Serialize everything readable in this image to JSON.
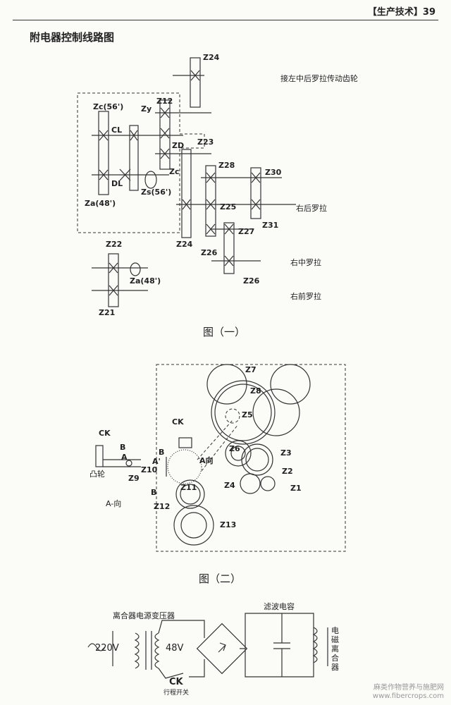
{
  "header": {
    "page": "【生产技术】39"
  },
  "title": "附电器控制线路图",
  "fig1": {
    "caption": "图（一）",
    "note_top": "接左中后罗拉传动齿轮",
    "right_back": "右后罗拉",
    "right_mid": "右中罗拉",
    "right_front": "右前罗拉",
    "labels": {
      "z24a": "Z24",
      "zc56": "Zc(56')",
      "zy": "Zy",
      "z12": "Z12",
      "cl": "CL",
      "zd": "ZD",
      "z23": "Z23",
      "z28": "Z28",
      "z30": "Z30",
      "dl": "DL",
      "zc": "Zc",
      "zs56": "Zs(56')",
      "za48": "Za(48')",
      "z25": "Z25",
      "z31": "Z31",
      "z24b": "Z24",
      "z27": "Z27",
      "z26": "Z26",
      "z26b": "Z26",
      "z22": "Z22",
      "za48b": "Za(48')",
      "z21": "Z21"
    }
  },
  "fig2": {
    "caption": "图（二）",
    "labels": {
      "z7": "Z7",
      "z8": "Z8",
      "z5": "Z5",
      "ck_top": "CK",
      "z6": "Z6",
      "z3": "Z3",
      "z2": "Z2",
      "z4": "Z4",
      "z1": "Z1",
      "ck_left": "CK",
      "b_top": "B",
      "b_a": "B",
      "a": "A",
      "aprime": "A'",
      "z9": "Z9",
      "z10": "Z10",
      "a_dir": "A向",
      "z11": "Z11",
      "b_low": "B",
      "z12": "Z12",
      "z13": "Z13",
      "cam": "凸轮",
      "a_view": "A-向"
    }
  },
  "fig3": {
    "filter_cap": "滤波电容",
    "transformer": "离合器电源变压器",
    "v220": "220V",
    "v48": "48V",
    "ck": "CK",
    "switch": "行程开关",
    "clutch": "电磁离合器"
  },
  "watermark": {
    "line1": "麻类作物营养与施肥网",
    "line2": "www.fibercrops.com"
  }
}
